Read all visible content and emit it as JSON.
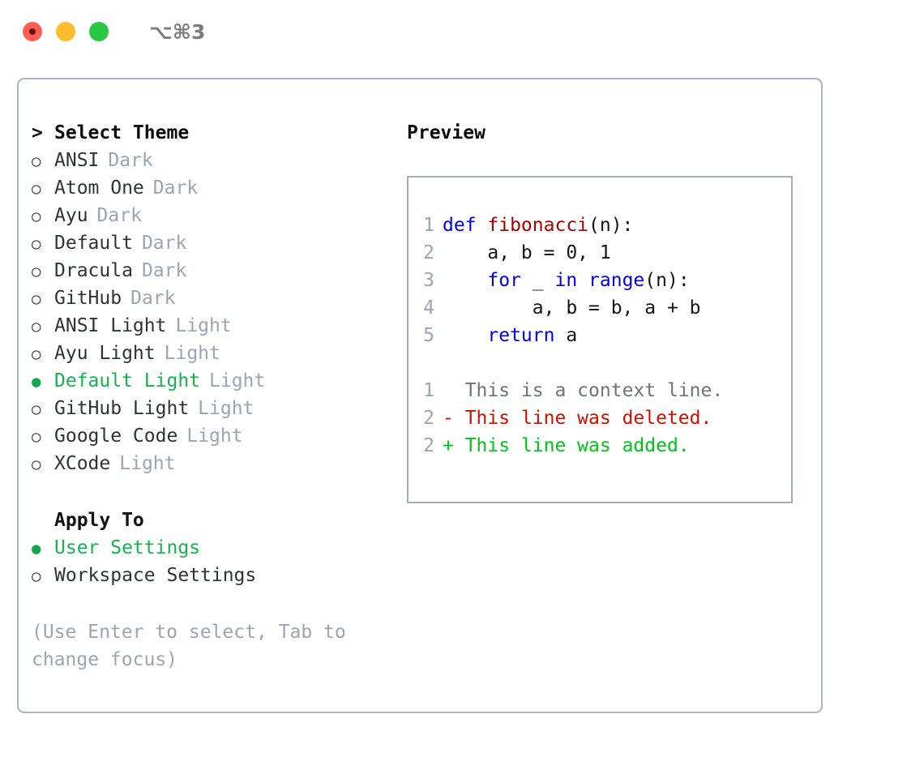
{
  "window": {
    "shortcut": "⌥⌘3",
    "lights": [
      "close",
      "minimize",
      "zoom"
    ]
  },
  "theme_panel": {
    "header_marker": ">",
    "header": "Select Theme",
    "marker_unselected": "○",
    "marker_selected": "●",
    "items": [
      {
        "label": "ANSI",
        "tag": "Dark",
        "selected": false
      },
      {
        "label": "Atom One",
        "tag": "Dark",
        "selected": false
      },
      {
        "label": "Ayu",
        "tag": "Dark",
        "selected": false
      },
      {
        "label": "Default",
        "tag": "Dark",
        "selected": false
      },
      {
        "label": "Dracula",
        "tag": "Dark",
        "selected": false
      },
      {
        "label": "GitHub",
        "tag": "Dark",
        "selected": false
      },
      {
        "label": "ANSI Light",
        "tag": "Light",
        "selected": false
      },
      {
        "label": "Ayu Light",
        "tag": "Light",
        "selected": false
      },
      {
        "label": "Default Light",
        "tag": "Light",
        "selected": true
      },
      {
        "label": "GitHub Light",
        "tag": "Light",
        "selected": false
      },
      {
        "label": "Google Code",
        "tag": "Light",
        "selected": false
      },
      {
        "label": "XCode",
        "tag": "Light",
        "selected": false
      }
    ]
  },
  "apply_to": {
    "header": "Apply To",
    "options": [
      {
        "label": "User Settings",
        "selected": true
      },
      {
        "label": "Workspace Settings",
        "selected": false
      }
    ]
  },
  "hint": "(Use Enter to select, Tab to change focus)",
  "preview": {
    "title": "Preview",
    "code": [
      {
        "ln": "1",
        "tokens": [
          {
            "t": "def ",
            "c": "kw"
          },
          {
            "t": "fibonacci",
            "c": "fn"
          },
          {
            "t": "(n):",
            "c": "pl"
          }
        ]
      },
      {
        "ln": "2",
        "tokens": [
          {
            "t": "    a, b = 0, 1",
            "c": "pl"
          }
        ]
      },
      {
        "ln": "3",
        "tokens": [
          {
            "t": "    ",
            "c": "pl"
          },
          {
            "t": "for",
            "c": "kw"
          },
          {
            "t": " _ ",
            "c": "pl"
          },
          {
            "t": "in",
            "c": "kw"
          },
          {
            "t": " ",
            "c": "pl"
          },
          {
            "t": "range",
            "c": "kw"
          },
          {
            "t": "(n):",
            "c": "pl"
          }
        ]
      },
      {
        "ln": "4",
        "tokens": [
          {
            "t": "        a, b = b, a + b",
            "c": "pl"
          }
        ]
      },
      {
        "ln": "5",
        "tokens": [
          {
            "t": "    ",
            "c": "pl"
          },
          {
            "t": "return",
            "c": "kw"
          },
          {
            "t": " a",
            "c": "pl"
          }
        ]
      }
    ],
    "diff": [
      {
        "ln": "1",
        "sign": " ",
        "text": " This is a context line.",
        "kind": "ctx"
      },
      {
        "ln": "2",
        "sign": "-",
        "text": " This line was deleted.",
        "kind": "del"
      },
      {
        "ln": "2",
        "sign": "+",
        "text": " This line was added.",
        "kind": "add"
      }
    ]
  },
  "colors": {
    "accent_green": "#13b44d",
    "tag_gray": "#9aa5b4",
    "keyword_blue": "#0000ee",
    "function_red": "#aa0000",
    "diff_delete": "#cc1100",
    "diff_add": "#00c31a",
    "border": "#aab3c0",
    "light_red": "#ff5f57",
    "light_yellow": "#ffbd2e",
    "light_green": "#28c840"
  }
}
